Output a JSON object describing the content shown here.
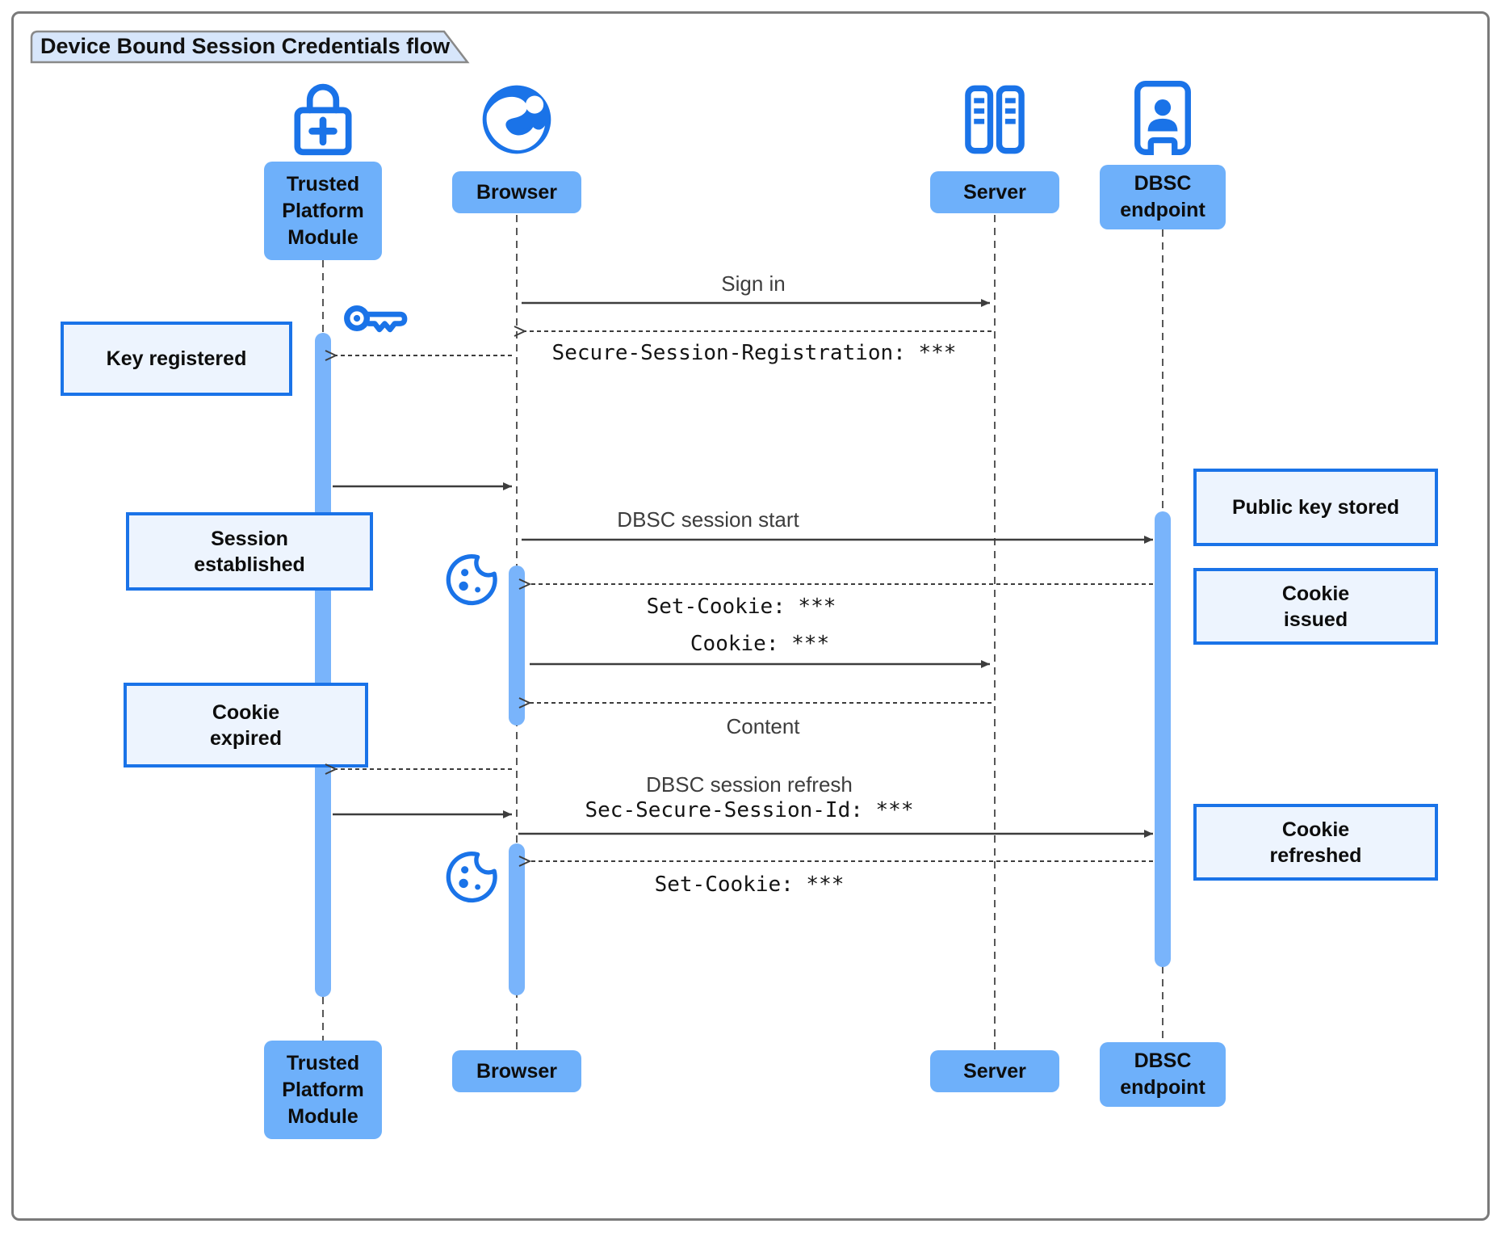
{
  "diagram": {
    "title": "Device Bound Session Credentials flow",
    "type": "sequence-diagram"
  },
  "participants": [
    {
      "id": "tpm",
      "label": "Trusted Platform Module",
      "icon": "lock-plus-icon"
    },
    {
      "id": "browser",
      "label": "Browser",
      "icon": "globe-icon"
    },
    {
      "id": "server",
      "label": "Server",
      "icon": "server-rack-icon"
    },
    {
      "id": "dbsc",
      "label": "DBSC endpoint",
      "icon": "badge-person-icon"
    }
  ],
  "messages": [
    {
      "id": "sign-in",
      "from": "Browser",
      "to": "Server",
      "label": "Sign in",
      "line": "solid"
    },
    {
      "id": "secure-session-registration",
      "from": "Server",
      "to": "Browser",
      "label": "Secure-Session-Registration: ***",
      "line": "dashed"
    },
    {
      "id": "browser-to-tpm-register",
      "from": "Browser",
      "to": "Trusted Platform Module",
      "label": "",
      "line": "dashed"
    },
    {
      "id": "tpm-to-browser-key",
      "from": "Trusted Platform Module",
      "to": "Browser",
      "label": "",
      "line": "solid"
    },
    {
      "id": "dbsc-session-start",
      "from": "Browser",
      "to": "DBSC endpoint",
      "label": "DBSC session start",
      "line": "solid"
    },
    {
      "id": "set-cookie-1",
      "from": "DBSC endpoint",
      "to": "Browser",
      "label": "Set-Cookie: ***",
      "line": "dashed"
    },
    {
      "id": "cookie",
      "from": "Browser",
      "to": "Server",
      "label": "Cookie: ***",
      "line": "solid"
    },
    {
      "id": "content",
      "from": "Server",
      "to": "Browser",
      "label": "Content",
      "line": "dashed"
    },
    {
      "id": "browser-to-tpm-refresh",
      "from": "Browser",
      "to": "Trusted Platform Module",
      "label": "",
      "line": "dashed"
    },
    {
      "id": "tpm-to-browser-sign",
      "from": "Trusted Platform Module",
      "to": "Browser",
      "label": "",
      "line": "solid"
    },
    {
      "id": "dbsc-session-refresh",
      "from": "Browser",
      "to": "DBSC endpoint",
      "label": "DBSC session refresh",
      "label2": "Sec-Secure-Session-Id: ***",
      "line": "solid"
    },
    {
      "id": "set-cookie-2",
      "from": "DBSC endpoint",
      "to": "Browser",
      "label": "Set-Cookie: ***",
      "line": "dashed"
    }
  ],
  "notes": [
    {
      "id": "key-registered",
      "side": "left",
      "label": "Key registered"
    },
    {
      "id": "session-established",
      "side": "left",
      "label": "Session established"
    },
    {
      "id": "cookie-expired",
      "side": "left",
      "label": "Cookie expired"
    },
    {
      "id": "public-key-stored",
      "side": "right",
      "label": "Public key stored"
    },
    {
      "id": "cookie-issued",
      "side": "right",
      "label": "Cookie issued"
    },
    {
      "id": "cookie-refreshed",
      "side": "right",
      "label": "Cookie refreshed"
    }
  ],
  "icons": [
    "lock-plus-icon",
    "globe-icon",
    "server-rack-icon",
    "badge-person-icon",
    "key-icon",
    "cookie-icon",
    "cookie-icon"
  ],
  "colors": {
    "accent_blue": "#1a73e8",
    "participant_fill": "#6eb0fa",
    "activation_fill": "#79b4fb",
    "note_fill": "#edf4fe",
    "note_border": "#1a73e8",
    "title_fill": "#d7e6fb",
    "frame_border": "#7a7a7a",
    "arrow": "#3d3d3d"
  }
}
